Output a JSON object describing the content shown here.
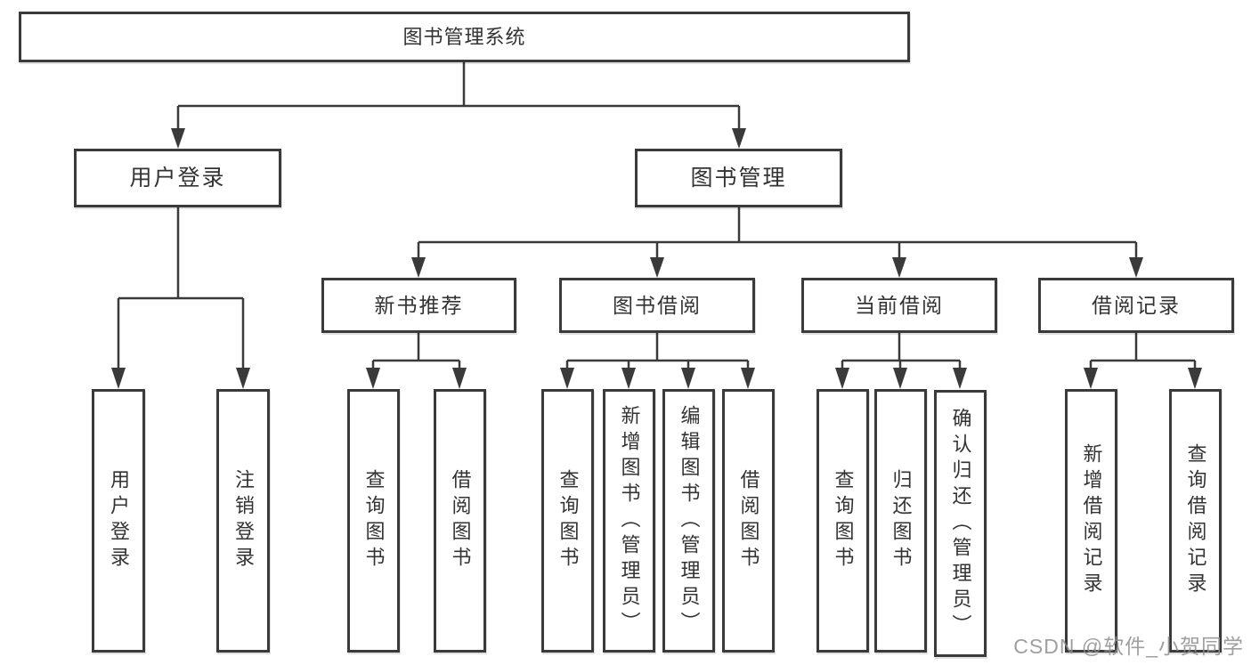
{
  "diagram": {
    "title": "图书管理系统",
    "branches": [
      {
        "label": "用户登录",
        "children": [
          {
            "label": "用户登录"
          },
          {
            "label": "注销登录"
          }
        ]
      },
      {
        "label": "图书管理",
        "children": [
          {
            "label": "新书推荐",
            "children": [
              {
                "label": "查询图书"
              },
              {
                "label": "借阅图书"
              }
            ]
          },
          {
            "label": "图书借阅",
            "children": [
              {
                "label": "查询图书"
              },
              {
                "label": "新增图书（管理员）"
              },
              {
                "label": "编辑图书（管理员）"
              },
              {
                "label": "借阅图书"
              }
            ]
          },
          {
            "label": "当前借阅",
            "children": [
              {
                "label": "查询图书"
              },
              {
                "label": "归还图书"
              },
              {
                "label": "确认归还（管理员）"
              }
            ]
          },
          {
            "label": "借阅记录",
            "children": [
              {
                "label": "新增借阅记录"
              },
              {
                "label": "查询借阅记录"
              }
            ]
          }
        ]
      }
    ]
  },
  "watermark": {
    "text": "CSDN @软件_小贺同学"
  },
  "colors": {
    "line": "#3a3a3a",
    "text": "#333333",
    "watermark": "#8f8f8f",
    "background": "#ffffff"
  }
}
